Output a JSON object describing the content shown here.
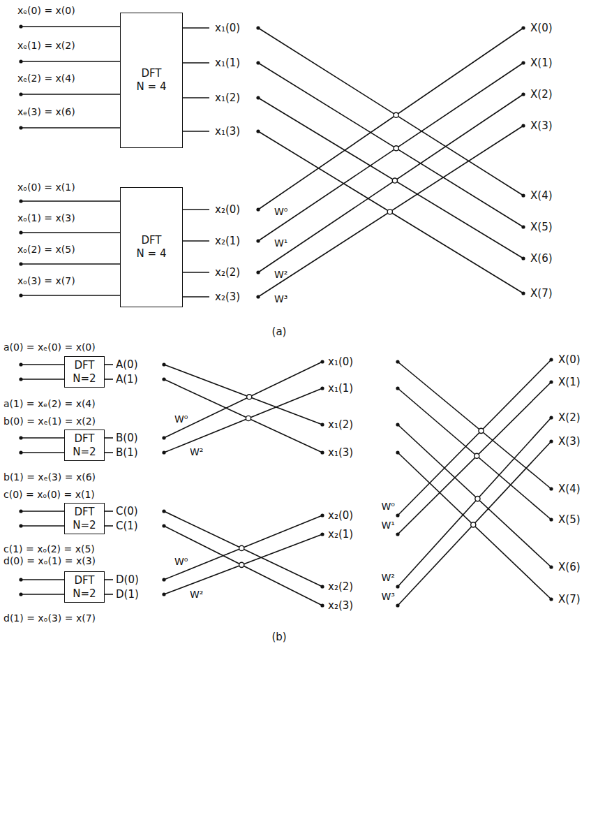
{
  "diagram": {
    "nodes": [
      {
        "text": [
          "DFT",
          "N = 4"
        ]
      },
      {
        "text": [
          "DFT",
          "N = 4"
        ]
      },
      {
        "text": [
          "DFT",
          "N=2"
        ]
      },
      {
        "text": [
          "DFT",
          "N=2"
        ]
      },
      {
        "text": [
          "DFT",
          "N=2"
        ]
      },
      {
        "text": [
          "DFT",
          "N=2"
        ]
      }
    ],
    "labels": [
      "xₑ(0) = x(0)",
      "xₑ(1) = x(2)",
      "xₑ(2) = x(4)",
      "xₑ(3) = x(6)",
      "xₒ(0) = x(1)",
      "xₒ(1) = x(3)",
      "xₒ(2) = x(5)",
      "xₒ(3) = x(7)",
      "x₁(0)",
      "x₁(1)",
      "x₁(2)",
      "x₁(3)",
      "x₂(0)",
      "x₂(1)",
      "x₂(2)",
      "x₂(3)",
      "X(0)",
      "X(1)",
      "X(2)",
      "X(3)",
      "X(4)",
      "X(5)",
      "X(6)",
      "X(7)",
      "W⁰",
      "W¹",
      "W²",
      "W³",
      "(a)",
      "a(0) = xₑ(0) = x(0)",
      "a(1) = xₑ(2) = x(4)",
      "b(0) = xₑ(1) = x(2)",
      "b(1) = xₑ(3) = x(6)",
      "c(0) = xₒ(0) = x(1)",
      "c(1) = xₒ(2) = x(5)",
      "d(0) = xₒ(1) = x(3)",
      "d(1) = xₒ(3) = x(7)",
      "A(0)",
      "A(1)",
      "B(0)",
      "B(1)",
      "C(0)",
      "C(1)",
      "D(0)",
      "D(1)",
      "x₁(0)",
      "x₁(1)",
      "x₁(2)",
      "x₁(3)",
      "x₂(0)",
      "x₂(1)",
      "x₂(2)",
      "x₂(3)",
      "W⁰",
      "W²",
      "W⁰",
      "W²",
      "X(0)",
      "X(1)",
      "X(2)",
      "X(3)",
      "X(4)",
      "X(5)",
      "X(6)",
      "X(7)",
      "W⁰",
      "W¹",
      "W²",
      "W³",
      "(b)"
    ]
  }
}
